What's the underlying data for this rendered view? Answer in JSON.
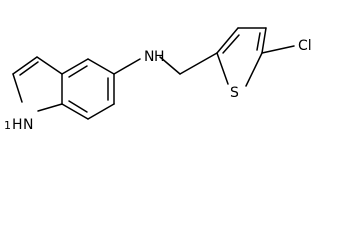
{
  "molecule": {
    "atoms": {
      "amine_n": "N",
      "amine_h": "H",
      "indole_n": "N",
      "indole_h": "H",
      "indole_locant": "1",
      "sulfur": "S",
      "chlorine": "Cl"
    },
    "colors": {
      "ink": "#000000",
      "background": "#ffffff"
    }
  }
}
